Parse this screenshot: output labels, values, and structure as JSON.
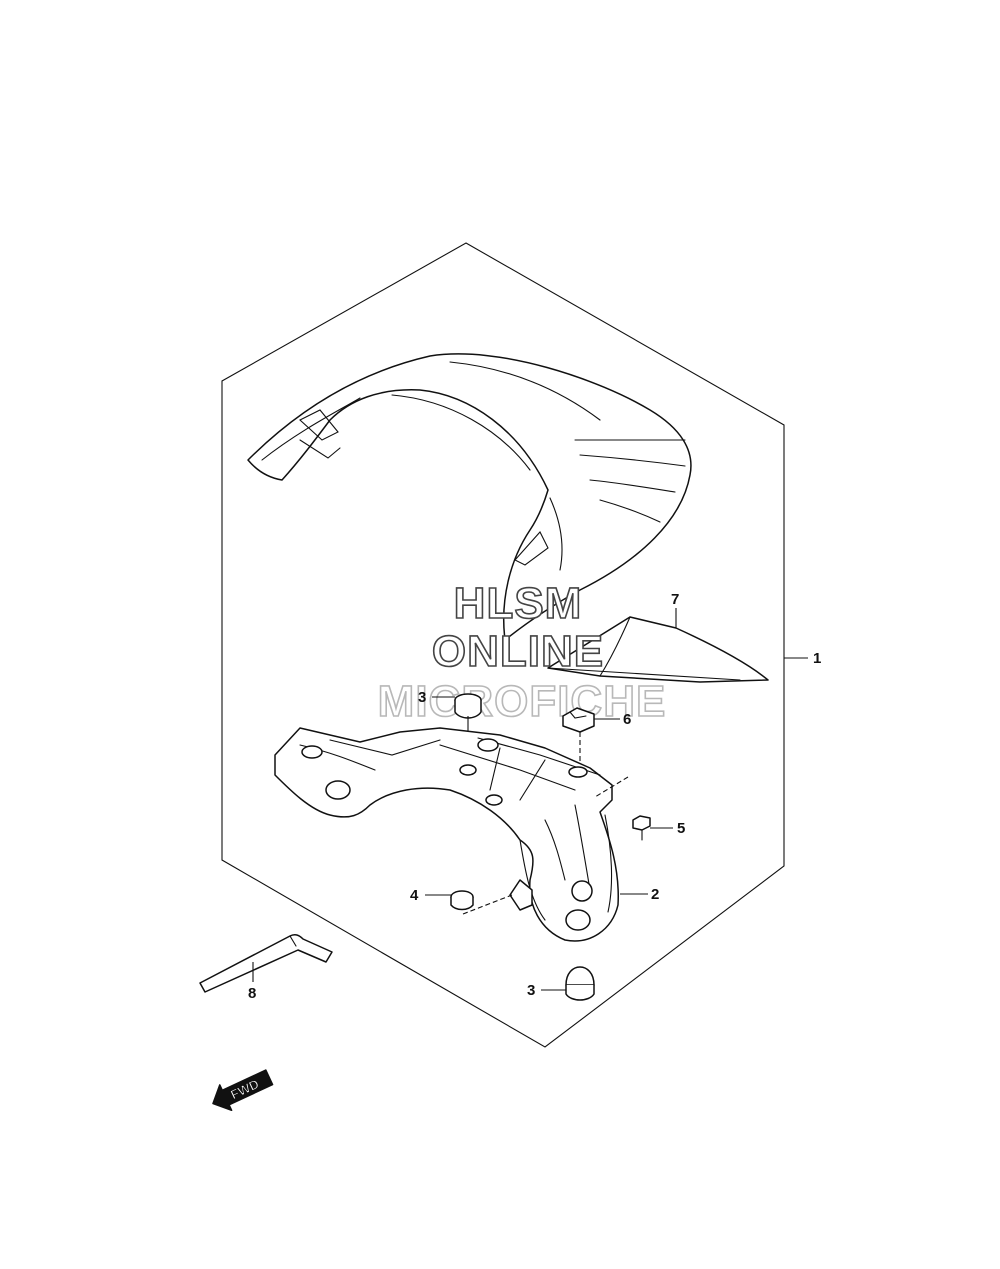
{
  "watermark": {
    "line1": "HLSM",
    "line2": "ONLINE",
    "line3": "MICROFICHE"
  },
  "callouts": {
    "c1": "1",
    "c2": "2",
    "c3_top": "3",
    "c3_bottom": "3",
    "c4": "4",
    "c5": "5",
    "c6": "6",
    "c7": "7",
    "c8": "8"
  },
  "direction_arrow": {
    "label": "FWD"
  }
}
